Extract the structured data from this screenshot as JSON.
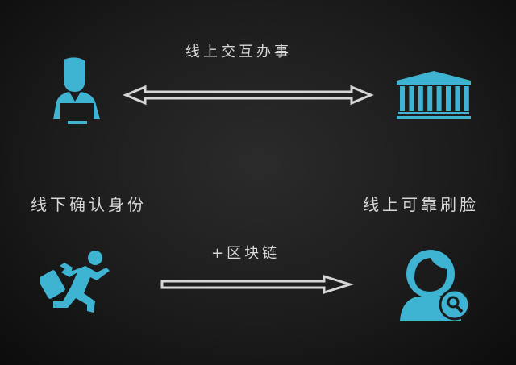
{
  "top_label": "线上交互办事",
  "left_label": "线下确认身份",
  "right_label": "线上可靠刷脸",
  "bottom_label": "+区块链",
  "colors": {
    "icon": "#3fb4d2",
    "arrow": "#d6d6d6",
    "text": "#d8d8d8"
  }
}
